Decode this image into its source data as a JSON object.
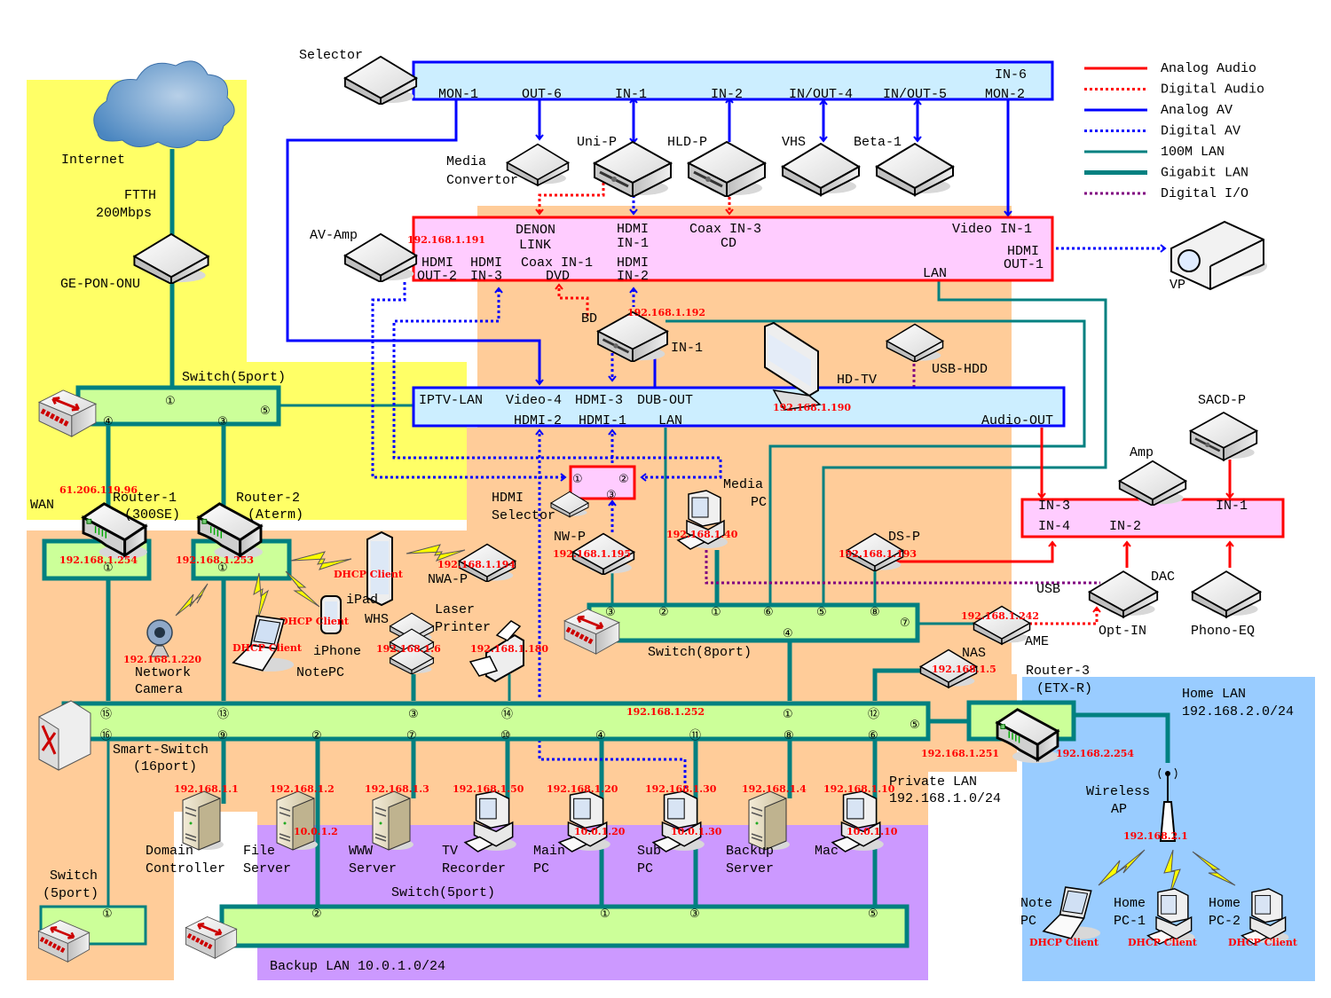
{
  "legend": [
    {
      "label": "Analog Audio",
      "color": "#ff0000",
      "style": "solid"
    },
    {
      "label": "Digital Audio",
      "color": "#ff0000",
      "style": "dotted"
    },
    {
      "label": "Analog AV",
      "color": "#0000ff",
      "style": "solid"
    },
    {
      "label": "Digital AV",
      "color": "#0000ff",
      "style": "dotted"
    },
    {
      "label": "100M LAN",
      "color": "#008080",
      "style": "solid"
    },
    {
      "label": "Gigabit LAN",
      "color": "#008080",
      "style": "thick"
    },
    {
      "label": "Digital I/O",
      "color": "#800080",
      "style": "dotted"
    }
  ],
  "colors": {
    "wan_zone": "#ffff66",
    "private_zone": "#ffcc99",
    "backup_zone": "#cc99ff",
    "home_zone": "#99ccff",
    "switch_fill": "#ccff99",
    "lan_line": "#008080",
    "av_box_fill": "#cceeff",
    "audio_box_fill": "#ffccff",
    "ip_text": "#ff0000"
  },
  "zones": {
    "private": {
      "name": "Private LAN",
      "subnet": "192.168.1.0/24"
    },
    "home": {
      "name": "Home LAN",
      "subnet": "192.168.2.0/24"
    },
    "backup": {
      "label": "Backup LAN 10.0.1.0/24"
    }
  },
  "internet": {
    "label": "Internet",
    "link": "FTTH",
    "speed": "200Mbps"
  },
  "onu": {
    "label": "GE-PON-ONU"
  },
  "switch5_top": {
    "label": "Switch(5port)",
    "ports": [
      "①",
      "④",
      "③",
      "⑤"
    ]
  },
  "router1": {
    "name": "Router-1",
    "model": "(300SE)",
    "wan_label": "WAN",
    "wan_ip": "61.206.119.96",
    "lan_ip": "192.168.1.254",
    "port": "①"
  },
  "router2": {
    "name": "Router-2",
    "model": "(Aterm)",
    "lan_ip": "192.168.1.253",
    "port": "①"
  },
  "router3": {
    "name": "Router-3",
    "model": "(ETX-R)",
    "lan_ip": "192.168.1.251",
    "home_ip": "192.168.2.254"
  },
  "selector": {
    "label": "Selector",
    "ports": [
      "MON-1",
      "OUT-6",
      "IN-1",
      "IN-2",
      "IN/OUT-4",
      "IN/OUT-5",
      "MON-2",
      "IN-6"
    ]
  },
  "av_sources": [
    {
      "label": "Media\nConvertor"
    },
    {
      "label": "Uni-P"
    },
    {
      "label": "HLD-P"
    },
    {
      "label": "VHS"
    },
    {
      "label": "Beta-1"
    }
  ],
  "av_amp": {
    "label": "AV-Amp",
    "ip": "192.168.1.191",
    "ports": {
      "denon_link": [
        "DENON",
        "LINK"
      ],
      "hdmi_in1": [
        "HDMI",
        "IN-1"
      ],
      "coax_in3": [
        "Coax IN-3",
        "CD"
      ],
      "video_in1": "Video IN-1",
      "hdmi_out1": [
        "HDMI",
        "OUT-1"
      ],
      "hdmi_out2": [
        "HDMI",
        "OUT-2"
      ],
      "hdmi_in3": [
        "HDMI",
        "IN-3"
      ],
      "coax_in1": [
        "Coax IN-1",
        "DVD"
      ],
      "hdmi_in2": [
        "HDMI",
        "IN-2"
      ],
      "lan": "LAN"
    }
  },
  "vp": {
    "label": "VP"
  },
  "bd": {
    "label": "BD",
    "ip": "192.168.1.192",
    "port": "IN-1"
  },
  "hd_tv": {
    "label": "HD-TV",
    "ip": "192.168.1.190",
    "ports": [
      "IPTV-LAN",
      "Video-4",
      "HDMI-3",
      "DUB-OUT",
      "HDMI-2",
      "HDMI-1",
      "LAN",
      "Audio-OUT"
    ]
  },
  "usb_hdd": {
    "label": "USB-HDD"
  },
  "hdmi_selector": {
    "label": [
      "HDMI",
      "Selector"
    ],
    "ports": [
      "①",
      "②",
      "③"
    ]
  },
  "nw_p": {
    "label": "NW-P",
    "ip": "192.168.1.195"
  },
  "nwa_p": {
    "label": "NWA-P",
    "ip": "192.168.1.194"
  },
  "media_pc": {
    "label": [
      "Media",
      "PC"
    ],
    "ip": "192.168.1.40"
  },
  "ds_p": {
    "label": "DS-P",
    "ip": "192.168.1.193"
  },
  "ame": {
    "label": "AME",
    "ip": "192.168.1.242"
  },
  "nas": {
    "label": "NAS",
    "ip": "192.168.1.5"
  },
  "audio_amp": {
    "label": "Amp",
    "ports": [
      "IN-3",
      "IN-1",
      "IN-4",
      "IN-2"
    ]
  },
  "sacd_p": {
    "label": "SACD-P"
  },
  "dac": {
    "label": "DAC",
    "usb": "USB",
    "opt_in": "Opt-IN"
  },
  "phono_eq": {
    "label": "Phono-EQ"
  },
  "switch8": {
    "label": "Switch(8port)",
    "ports": [
      "③",
      "②",
      "①",
      "⑥",
      "⑤",
      "⑧",
      "⑦",
      "④"
    ]
  },
  "wireless_clients": [
    {
      "label": "iPad",
      "ip": "DHCP Client"
    },
    {
      "label": "iPhone",
      "ip": "DHCP Client"
    },
    {
      "label": "NotePC",
      "ip": "DHCP Client"
    }
  ],
  "network_camera": {
    "label": [
      "Network",
      "Camera"
    ],
    "ip": "192.168.1.220"
  },
  "whs": {
    "label": "WHS",
    "ip": "192.168.1.6"
  },
  "laser_printer": {
    "label": [
      "Laser",
      "Printer"
    ],
    "ip": "192.168.1.180"
  },
  "smart_switch": {
    "label": [
      "Smart-Switch",
      "(16port)"
    ],
    "ip": "192.168.1.252",
    "top_ports": [
      "⑮",
      "⑬",
      "③",
      "⑭",
      "①",
      "⑫"
    ],
    "bottom_ports": [
      "⑯",
      "⑨",
      "②",
      "⑦",
      "⑩",
      "④",
      "⑪",
      "⑧",
      "⑥"
    ],
    "side_port": "⑤"
  },
  "servers": [
    {
      "label": [
        "Domain",
        "Controller"
      ],
      "ip": "192.168.1.1",
      "backup_ip": ""
    },
    {
      "label": [
        "File",
        "Server"
      ],
      "ip": "192.168.1.2",
      "backup_ip": "10.0.1.2"
    },
    {
      "label": [
        "WWW",
        "Server"
      ],
      "ip": "192.168.1.3",
      "backup_ip": ""
    },
    {
      "label": [
        "TV",
        "Recorder"
      ],
      "ip": "192.168.1.50",
      "backup_ip": ""
    },
    {
      "label": [
        "Main",
        "PC"
      ],
      "ip": "192.168.1.20",
      "backup_ip": "10.0.1.20"
    },
    {
      "label": [
        "Sub",
        "PC"
      ],
      "ip": "192.168.1.30",
      "backup_ip": "10.0.1.30"
    },
    {
      "label": [
        "Backup",
        "Server"
      ],
      "ip": "192.168.1.4",
      "backup_ip": ""
    },
    {
      "label": [
        "Mac",
        ""
      ],
      "ip": "192.168.1.10",
      "backup_ip": "10.0.1.10"
    }
  ],
  "switch5_left": {
    "label": [
      "Switch",
      "(5port)"
    ],
    "port": "①"
  },
  "switch5_backup": {
    "label": "Switch(5port)",
    "ports": [
      "②",
      "①",
      "③",
      "⑤"
    ]
  },
  "wireless_ap": {
    "label": [
      "Wireless",
      "AP"
    ],
    "ip": "192.168.2.1"
  },
  "home_clients": [
    {
      "label": [
        "Note",
        "PC"
      ],
      "ip": "DHCP Client"
    },
    {
      "label": [
        "Home",
        "PC-1"
      ],
      "ip": "DHCP Client"
    },
    {
      "label": [
        "Home",
        "PC-2"
      ],
      "ip": "DHCP Client"
    }
  ]
}
